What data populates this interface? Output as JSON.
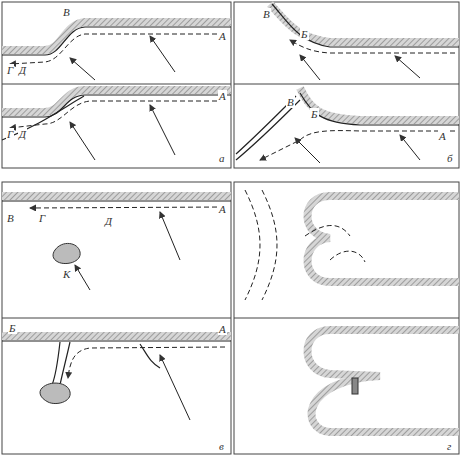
{
  "diagram": {
    "labels": [
      "В",
      "А",
      "Г",
      "Д",
      "А",
      "Г",
      "Д",
      "а",
      "В",
      "Б",
      "В",
      "Б",
      "А",
      "б",
      "В",
      "Г",
      "Д",
      "А",
      "К",
      "Б",
      "А",
      "в",
      "г"
    ]
  }
}
